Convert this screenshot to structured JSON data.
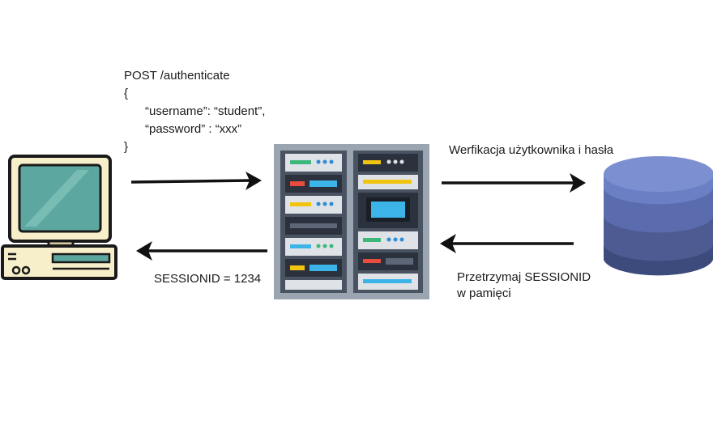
{
  "request": {
    "line1": "POST /authenticate",
    "line2": "{",
    "line3": "“username”: “student”,",
    "line4": "“password” : “xxx”",
    "line5": "}"
  },
  "response": {
    "session": "SESSIONID = 1234"
  },
  "db_request": {
    "label": "Werfikacja użytkownika i hasła"
  },
  "db_response": {
    "line1": "Przetrzymaj SESSIONID",
    "line2": "w pamięci"
  },
  "icons": [
    "computer-icon",
    "server-rack-icon",
    "database-icon"
  ],
  "colors": {
    "arrow": "#111111",
    "computer_body": "#f7efc9",
    "computer_screen": "#5ca8a0",
    "rack_frame": "#9aa5b1",
    "rack_panel": "#414a57",
    "db_top": "#7b8fd1",
    "db_mid": "#5a6cae",
    "db_bottom": "#3d4a7c"
  }
}
